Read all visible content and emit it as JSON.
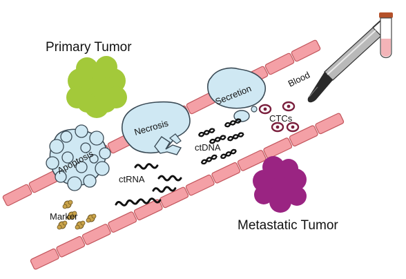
{
  "labels": {
    "primary_tumor": "Primary Tumor",
    "metastatic_tumor": "Metastatic Tumor",
    "apoptosis": "Apoptosis",
    "necrosis": "Necrosis",
    "secretion": "Secretion",
    "ctrna": "ctRNA",
    "ctdna": "ctDNA",
    "ctcs": "CTCs",
    "blood": "Blood",
    "marker": "Marker"
  },
  "colors": {
    "vessel_fill": "#f4a0a6",
    "vessel_stroke": "#c2555c",
    "primary_tumor": "#a3c93a",
    "metastatic_tumor": "#9a2482",
    "cell_fill": "#cfe8f3",
    "cell_stroke": "#3a4a55",
    "nucleic_acid": "#111111",
    "ctc_ring": "#7a1f3d",
    "marker": "#c9a34a",
    "tube_cap": "#b5512a",
    "tube_blood": "#f3b4b8"
  },
  "icons": [
    "blood-vessel",
    "needle-icon",
    "blood-tube-icon",
    "ctc-cell-icon",
    "dna-strand-icon",
    "rna-strand-icon",
    "marker-protein-icon"
  ]
}
